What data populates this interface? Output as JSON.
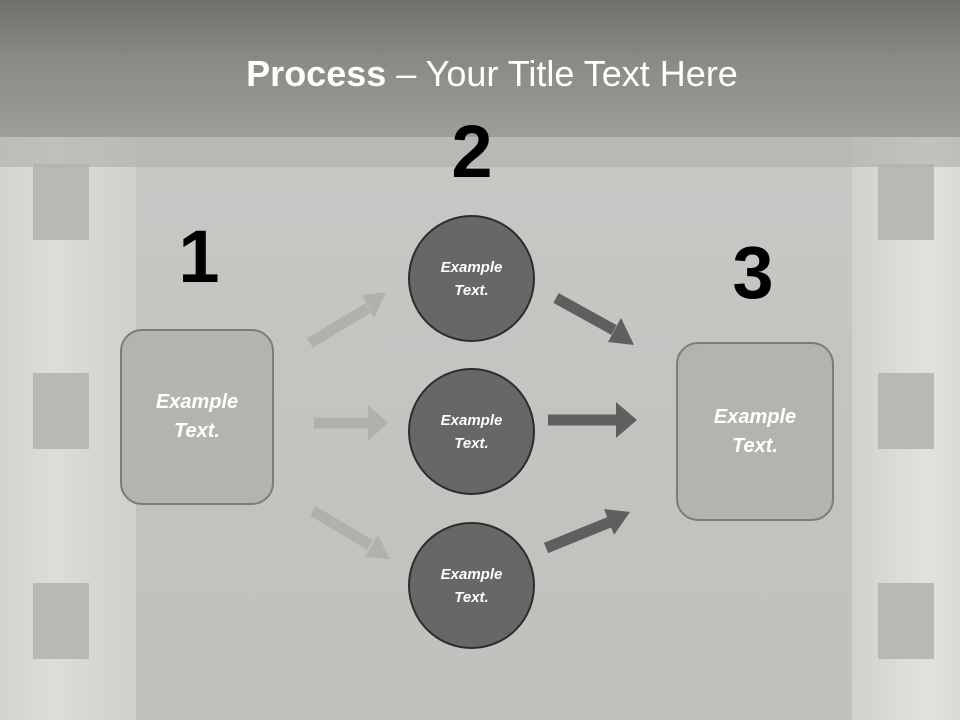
{
  "title": {
    "bold": "Process",
    "rest": " – Your Title Text Here"
  },
  "steps": [
    {
      "number": "1",
      "text": "Example Text."
    },
    {
      "number": "2",
      "items": [
        {
          "text": "Example Text."
        },
        {
          "text": "Example Text."
        },
        {
          "text": "Example Text."
        }
      ]
    },
    {
      "number": "3",
      "text": "Example Text."
    }
  ],
  "colors": {
    "header": "#8a8b84",
    "box_fill": "#b4b4ae",
    "circle_fill": "#676767",
    "arrow_light": "#b0b1ab",
    "arrow_dark": "#5f5f5f"
  }
}
